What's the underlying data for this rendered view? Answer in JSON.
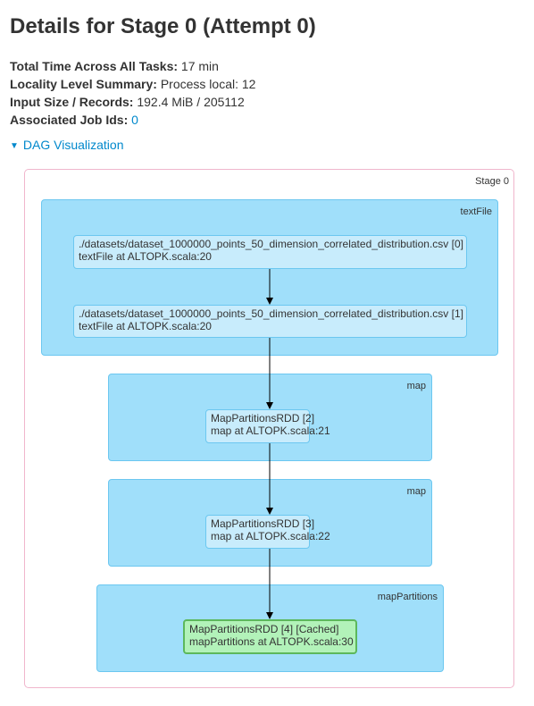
{
  "page": {
    "title": "Details for Stage 0 (Attempt 0)"
  },
  "summary": {
    "total_time_label": "Total Time Across All Tasks:",
    "total_time_value": "17 min",
    "locality_label": "Locality Level Summary:",
    "locality_value": "Process local: 12",
    "input_label": "Input Size / Records:",
    "input_value": "192.4 MiB / 205112",
    "jobs_label": "Associated Job Ids:",
    "jobs_value": "0"
  },
  "dag": {
    "toggle_label": "DAG Visualization",
    "stage_label": "Stage 0",
    "clusters": [
      {
        "label": "textFile"
      },
      {
        "label": "map"
      },
      {
        "label": "map"
      },
      {
        "label": "mapPartitions"
      }
    ],
    "nodes": [
      {
        "line1": "./datasets/dataset_1000000_points_50_dimension_correlated_distribution.csv [0]",
        "line2": "textFile at ALTOPK.scala:20"
      },
      {
        "line1": "./datasets/dataset_1000000_points_50_dimension_correlated_distribution.csv [1]",
        "line2": "textFile at ALTOPK.scala:20"
      },
      {
        "line1": "MapPartitionsRDD [2]",
        "line2": "map at ALTOPK.scala:21"
      },
      {
        "line1": "MapPartitionsRDD [3]",
        "line2": "map at ALTOPK.scala:22"
      },
      {
        "line1": "MapPartitionsRDD [4] [Cached]",
        "line2": "mapPartitions at ALTOPK.scala:30",
        "cached": true
      }
    ],
    "colors": {
      "cluster_fill": "#a0dffa",
      "node_fill": "#c8ecfc",
      "cached_fill": "#b2f2b9",
      "stage_border": "#f0b6cc",
      "link": "#0088cc"
    }
  }
}
